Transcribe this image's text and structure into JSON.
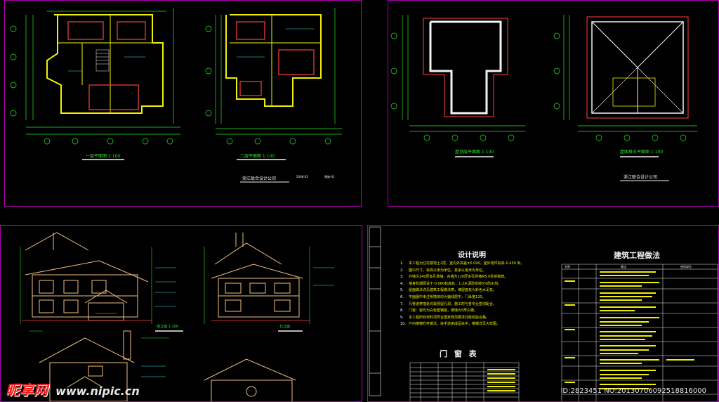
{
  "sheets": {
    "plans1": {
      "label_left": "一层平面图 1:100",
      "label_right": "二层平面图 1:100",
      "company": "浙江联合设计公司",
      "code_a": "2008-03",
      "code_b": "建施-01"
    },
    "plans2": {
      "label_left": "屋顶层平面图 1:100",
      "label_right": "屋面排水平面图 1:100",
      "company": "浙江联合设计公司"
    },
    "elevations": {
      "label_a": "南立面 1:100",
      "label_b": "北立面"
    },
    "notes": {
      "title": "设计说明",
      "items": [
        {
          "n": "1.",
          "t": "本工程为住宅楼地上2层，室内外高差±0.000，室外地坪标高-0.450 米。"
        },
        {
          "n": "2.",
          "t": "图中尺寸，标高以米为单位，其余以毫米为单位。"
        },
        {
          "n": "3.",
          "t": "外墙为240厚多孔砖墙，内墙为120厚多孔砖墙M5.0砂浆砌筑。"
        },
        {
          "n": "4.",
          "t": "墙身防潮层设于-0.060标高处，1:2水泥砂浆掺5%防水剂。"
        },
        {
          "n": "5.",
          "t": "屋面做法详见建筑工程做法表，坡屋面瓦为彩色水泥瓦。"
        },
        {
          "n": "6.",
          "t": "平面图中未注明墙体均为轴线居中，门垛宽120。"
        },
        {
          "n": "7.",
          "t": "凡管道穿墙处均需预留孔洞，施工时与各专业密切配合。"
        },
        {
          "n": "8.",
          "t": "门窗：窗均为白色塑钢窗，玻璃为5厚白玻。"
        },
        {
          "n": "9.",
          "t": "本工程所有材料须符合国家规范要求并经检验合格。"
        },
        {
          "n": "10.",
          "t": "户内楼梯栏杆做法，扶手选用成品扶手，楼梯详见大样图。"
        }
      ],
      "table_title": "门 窗 表"
    },
    "spec": {
      "title": "建筑工程做法",
      "col1": "名称",
      "col2": "做法",
      "col3": "使用部位"
    }
  },
  "watermark": {
    "logo": "昵享网",
    "url": "www.nipic.cn",
    "id": "ID:2823451 NO:20130706092518816000"
  }
}
